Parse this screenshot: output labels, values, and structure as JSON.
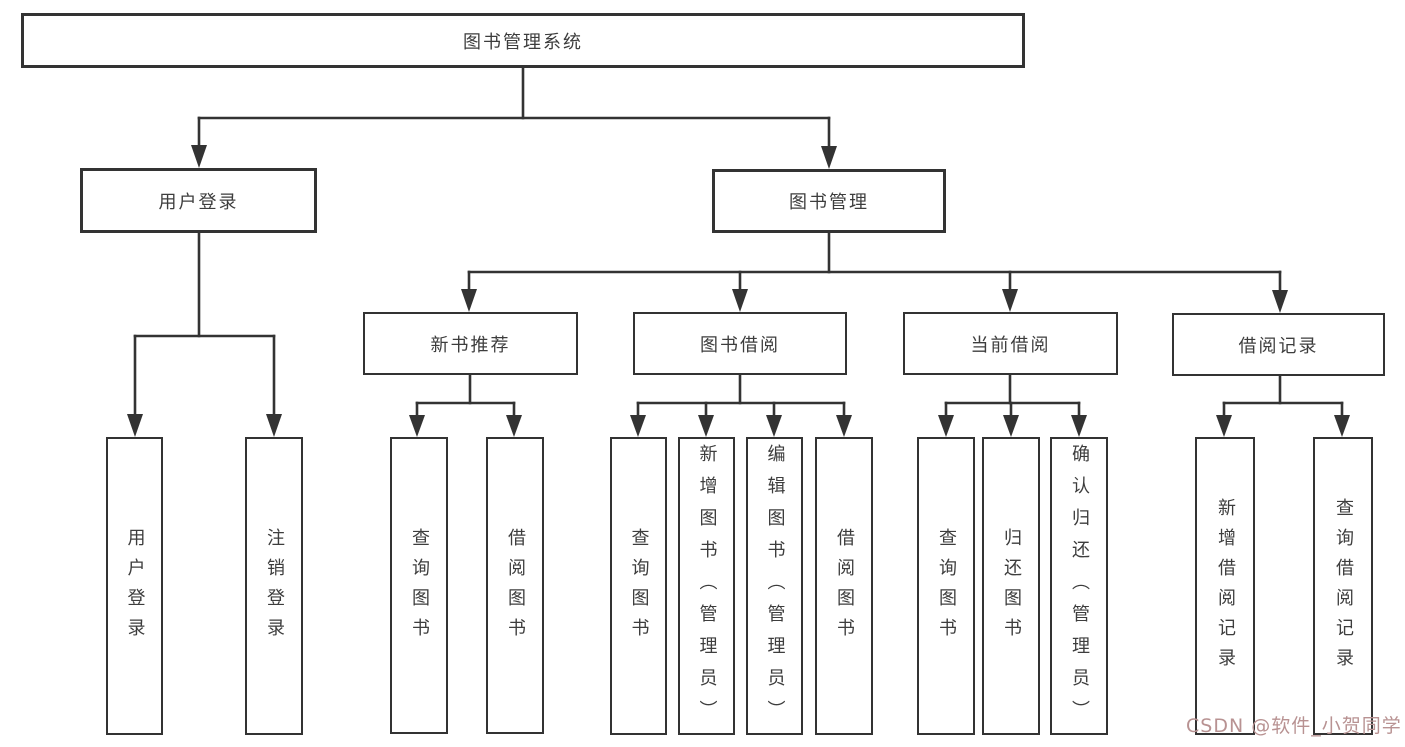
{
  "diagram": {
    "root": {
      "label": "图书管理系统"
    },
    "branches": {
      "user_login": {
        "label": "用户登录"
      },
      "book_mgmt": {
        "label": "图书管理"
      }
    },
    "sections": {
      "new_book": {
        "label": "新书推荐"
      },
      "borrow": {
        "label": "图书借阅"
      },
      "current": {
        "label": "当前借阅"
      },
      "records": {
        "label": "借阅记录"
      }
    },
    "leaves": {
      "login_user": "用户登录",
      "login_logout": "注销登录",
      "nb_query": "查询图书",
      "nb_borrow": "借阅图书",
      "bb_query": "查询图书",
      "bb_add": "新增图书（管理员）",
      "bb_edit": "编辑图书（管理员）",
      "bb_borrow": "借阅图书",
      "cb_query": "查询图书",
      "cb_return": "归还图书",
      "cb_confirm": "确认归还（管理员）",
      "br_add": "新增借阅记录",
      "br_query": "查询借阅记录"
    },
    "watermark": "CSDN @软件_小贺同学",
    "colors": {
      "line": "#333333",
      "text": "#3d3d3d",
      "watermark": "#b89292",
      "background": "#ffffff"
    }
  }
}
